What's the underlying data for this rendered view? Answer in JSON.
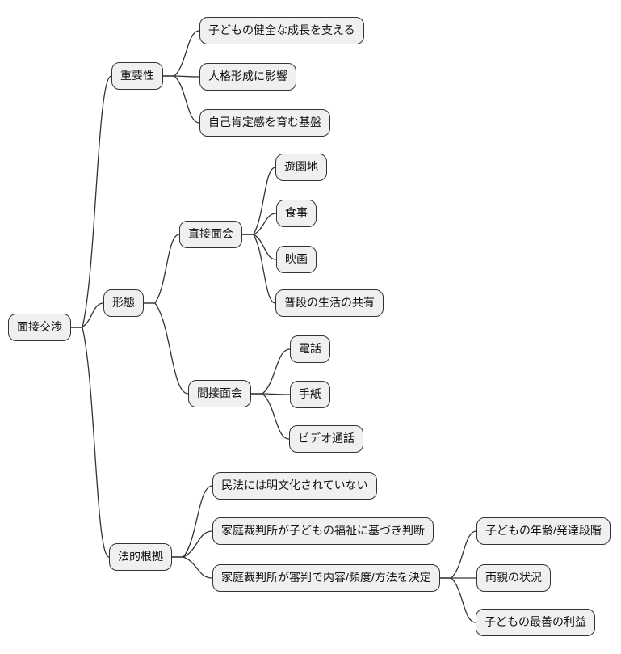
{
  "mindmap": {
    "root": {
      "label": "面接交渉"
    },
    "branches": [
      {
        "label": "重要性",
        "children": [
          {
            "label": "子どもの健全な成長を支える"
          },
          {
            "label": "人格形成に影響"
          },
          {
            "label": "自己肯定感を育む基盤"
          }
        ]
      },
      {
        "label": "形態",
        "children": [
          {
            "label": "直接面会",
            "children": [
              {
                "label": "遊園地"
              },
              {
                "label": "食事"
              },
              {
                "label": "映画"
              },
              {
                "label": "普段の生活の共有"
              }
            ]
          },
          {
            "label": "間接面会",
            "children": [
              {
                "label": "電話"
              },
              {
                "label": "手紙"
              },
              {
                "label": "ビデオ通話"
              }
            ]
          }
        ]
      },
      {
        "label": "法的根拠",
        "children": [
          {
            "label": "民法には明文化されていない"
          },
          {
            "label": "家庭裁判所が子どもの福祉に基づき判断"
          },
          {
            "label": "家庭裁判所が審判で内容/頻度/方法を決定",
            "children": [
              {
                "label": "子どもの年齢/発達段階"
              },
              {
                "label": "両親の状況"
              },
              {
                "label": "子どもの最善の利益"
              }
            ]
          }
        ]
      }
    ],
    "colors": {
      "node_fill": "#f0f0f0",
      "node_border": "#333333",
      "edge": "#333333",
      "background": "#ffffff"
    }
  }
}
